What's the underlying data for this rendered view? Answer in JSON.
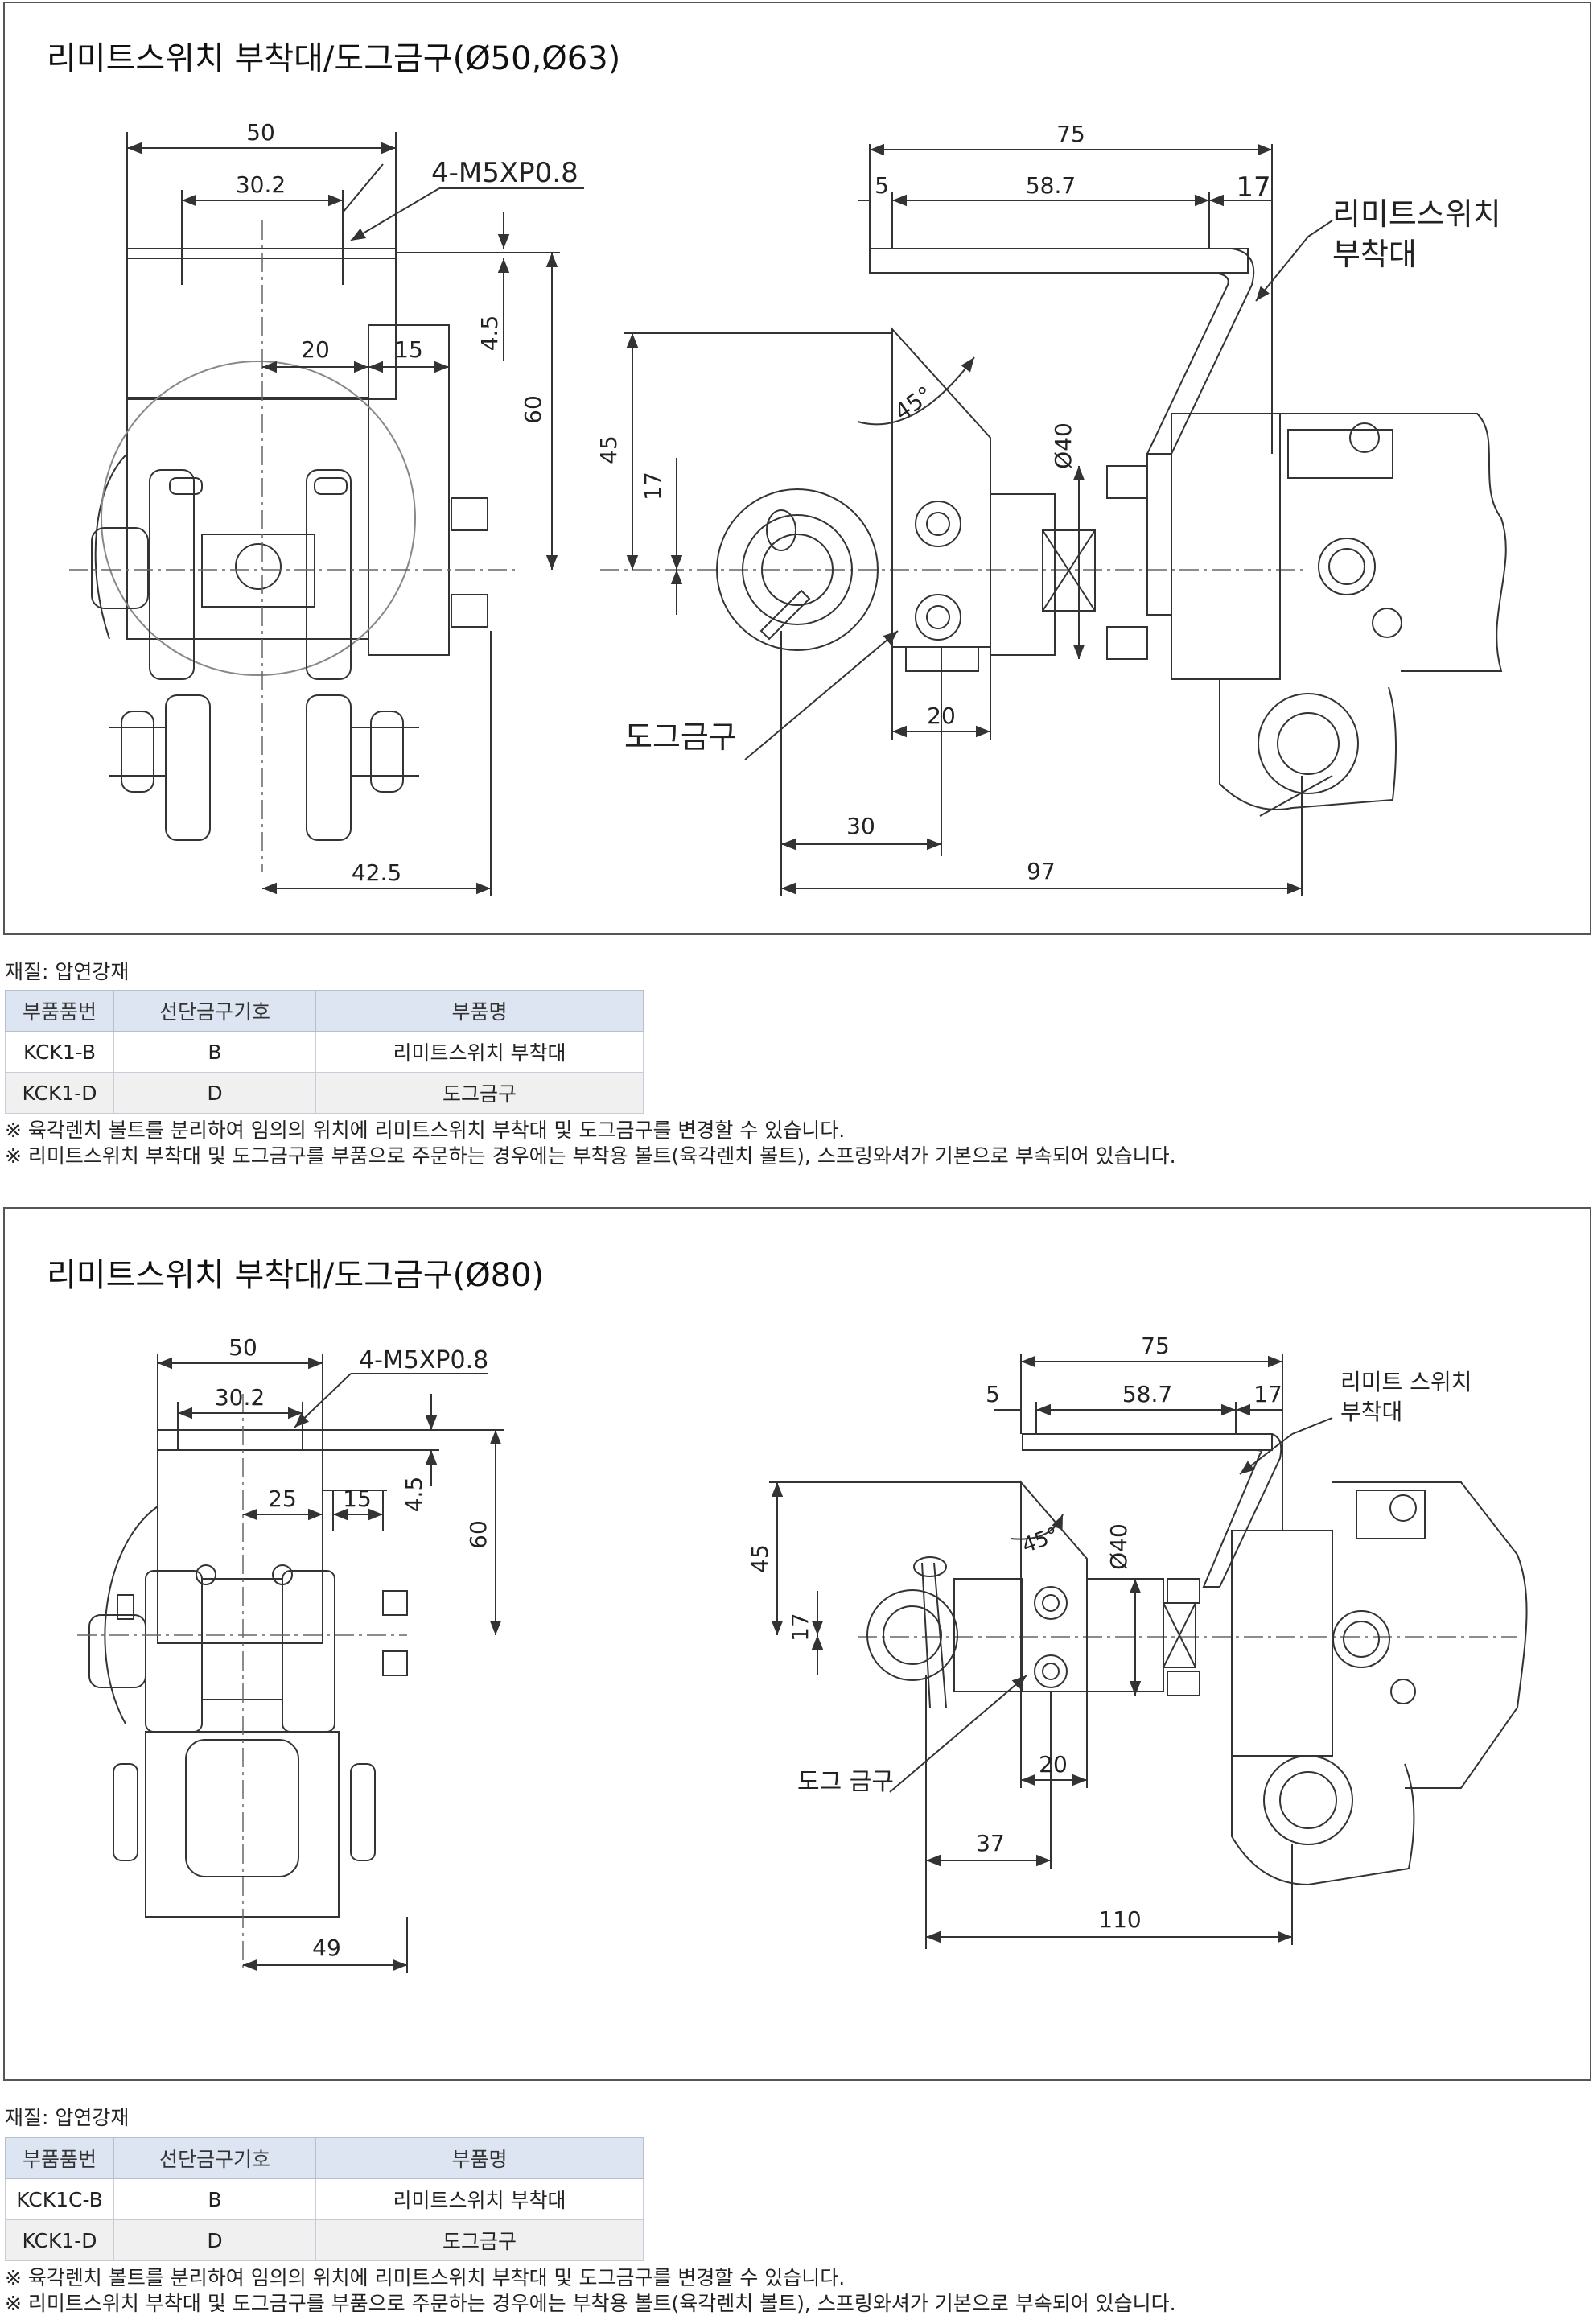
{
  "sections": [
    {
      "title": "리미트스위치 부착대/도그금구(Ø50,Ø63)",
      "dims": {
        "d50": "50",
        "d30_2": "30.2",
        "thread": "4-M5XP0.8",
        "d20": "20",
        "d15": "15",
        "d4_5": "4.5",
        "d60": "60",
        "d42_5": "42.5",
        "d75": "75",
        "d5": "5",
        "d58_7": "58.7",
        "d17a": "17",
        "bracket": "리미트스위치\n부착대",
        "d45": "45",
        "d17b": "17",
        "angle": "45°",
        "phi": "Ø40",
        "dog": "도그금구",
        "d20b": "20",
        "d30": "30",
        "d97": "97"
      },
      "material": "재질: 압연강재",
      "table": {
        "headers": [
          "부품품번",
          "선단금구기호",
          "부품명"
        ],
        "rows": [
          [
            "KCK1-B",
            "B",
            "리미트스위치 부착대"
          ],
          [
            "KCK1-D",
            "D",
            "도그금구"
          ]
        ]
      },
      "notes": [
        "※ 육각렌치 볼트를 분리하여 임의의 위치에 리미트스위치 부착대 및 도그금구를 변경할 수 있습니다.",
        "※ 리미트스위치 부착대 및 도그금구를 부품으로 주문하는 경우에는 부착용 볼트(육각렌치 볼트), 스프링와셔가 기본으로 부속되어 있습니다."
      ]
    },
    {
      "title": "리미트스위치 부착대/도그금구(Ø80)",
      "dims": {
        "d50": "50",
        "d30_2": "30.2",
        "thread": "4-M5XP0.8",
        "d25": "25",
        "d15": "15",
        "d4_5": "4.5",
        "d60": "60",
        "d49": "49",
        "d75": "75",
        "d5": "5",
        "d58_7": "58.7",
        "d17a": "17",
        "bracket": "리미트 스위치\n부착대",
        "d45": "45",
        "d17b": "17",
        "angle": "45°",
        "phi": "Ø40",
        "dog": "도그 금구",
        "d20b": "20",
        "d37": "37",
        "d110": "110"
      },
      "material": "재질: 압연강재",
      "table": {
        "headers": [
          "부품품번",
          "선단금구기호",
          "부품명"
        ],
        "rows": [
          [
            "KCK1C-B",
            "B",
            "리미트스위치 부착대"
          ],
          [
            "KCK1-D",
            "D",
            "도그금구"
          ]
        ]
      },
      "notes": [
        "※ 육각렌치 볼트를 분리하여 임의의 위치에 리미트스위치 부착대 및 도그금구를 변경할 수 있습니다.",
        "※ 리미트스위치 부착대 및 도그금구를 부품으로 주문하는 경우에는 부착용 볼트(육각렌치 볼트), 스프링와셔가 기본으로 부속되어 있습니다."
      ]
    }
  ]
}
